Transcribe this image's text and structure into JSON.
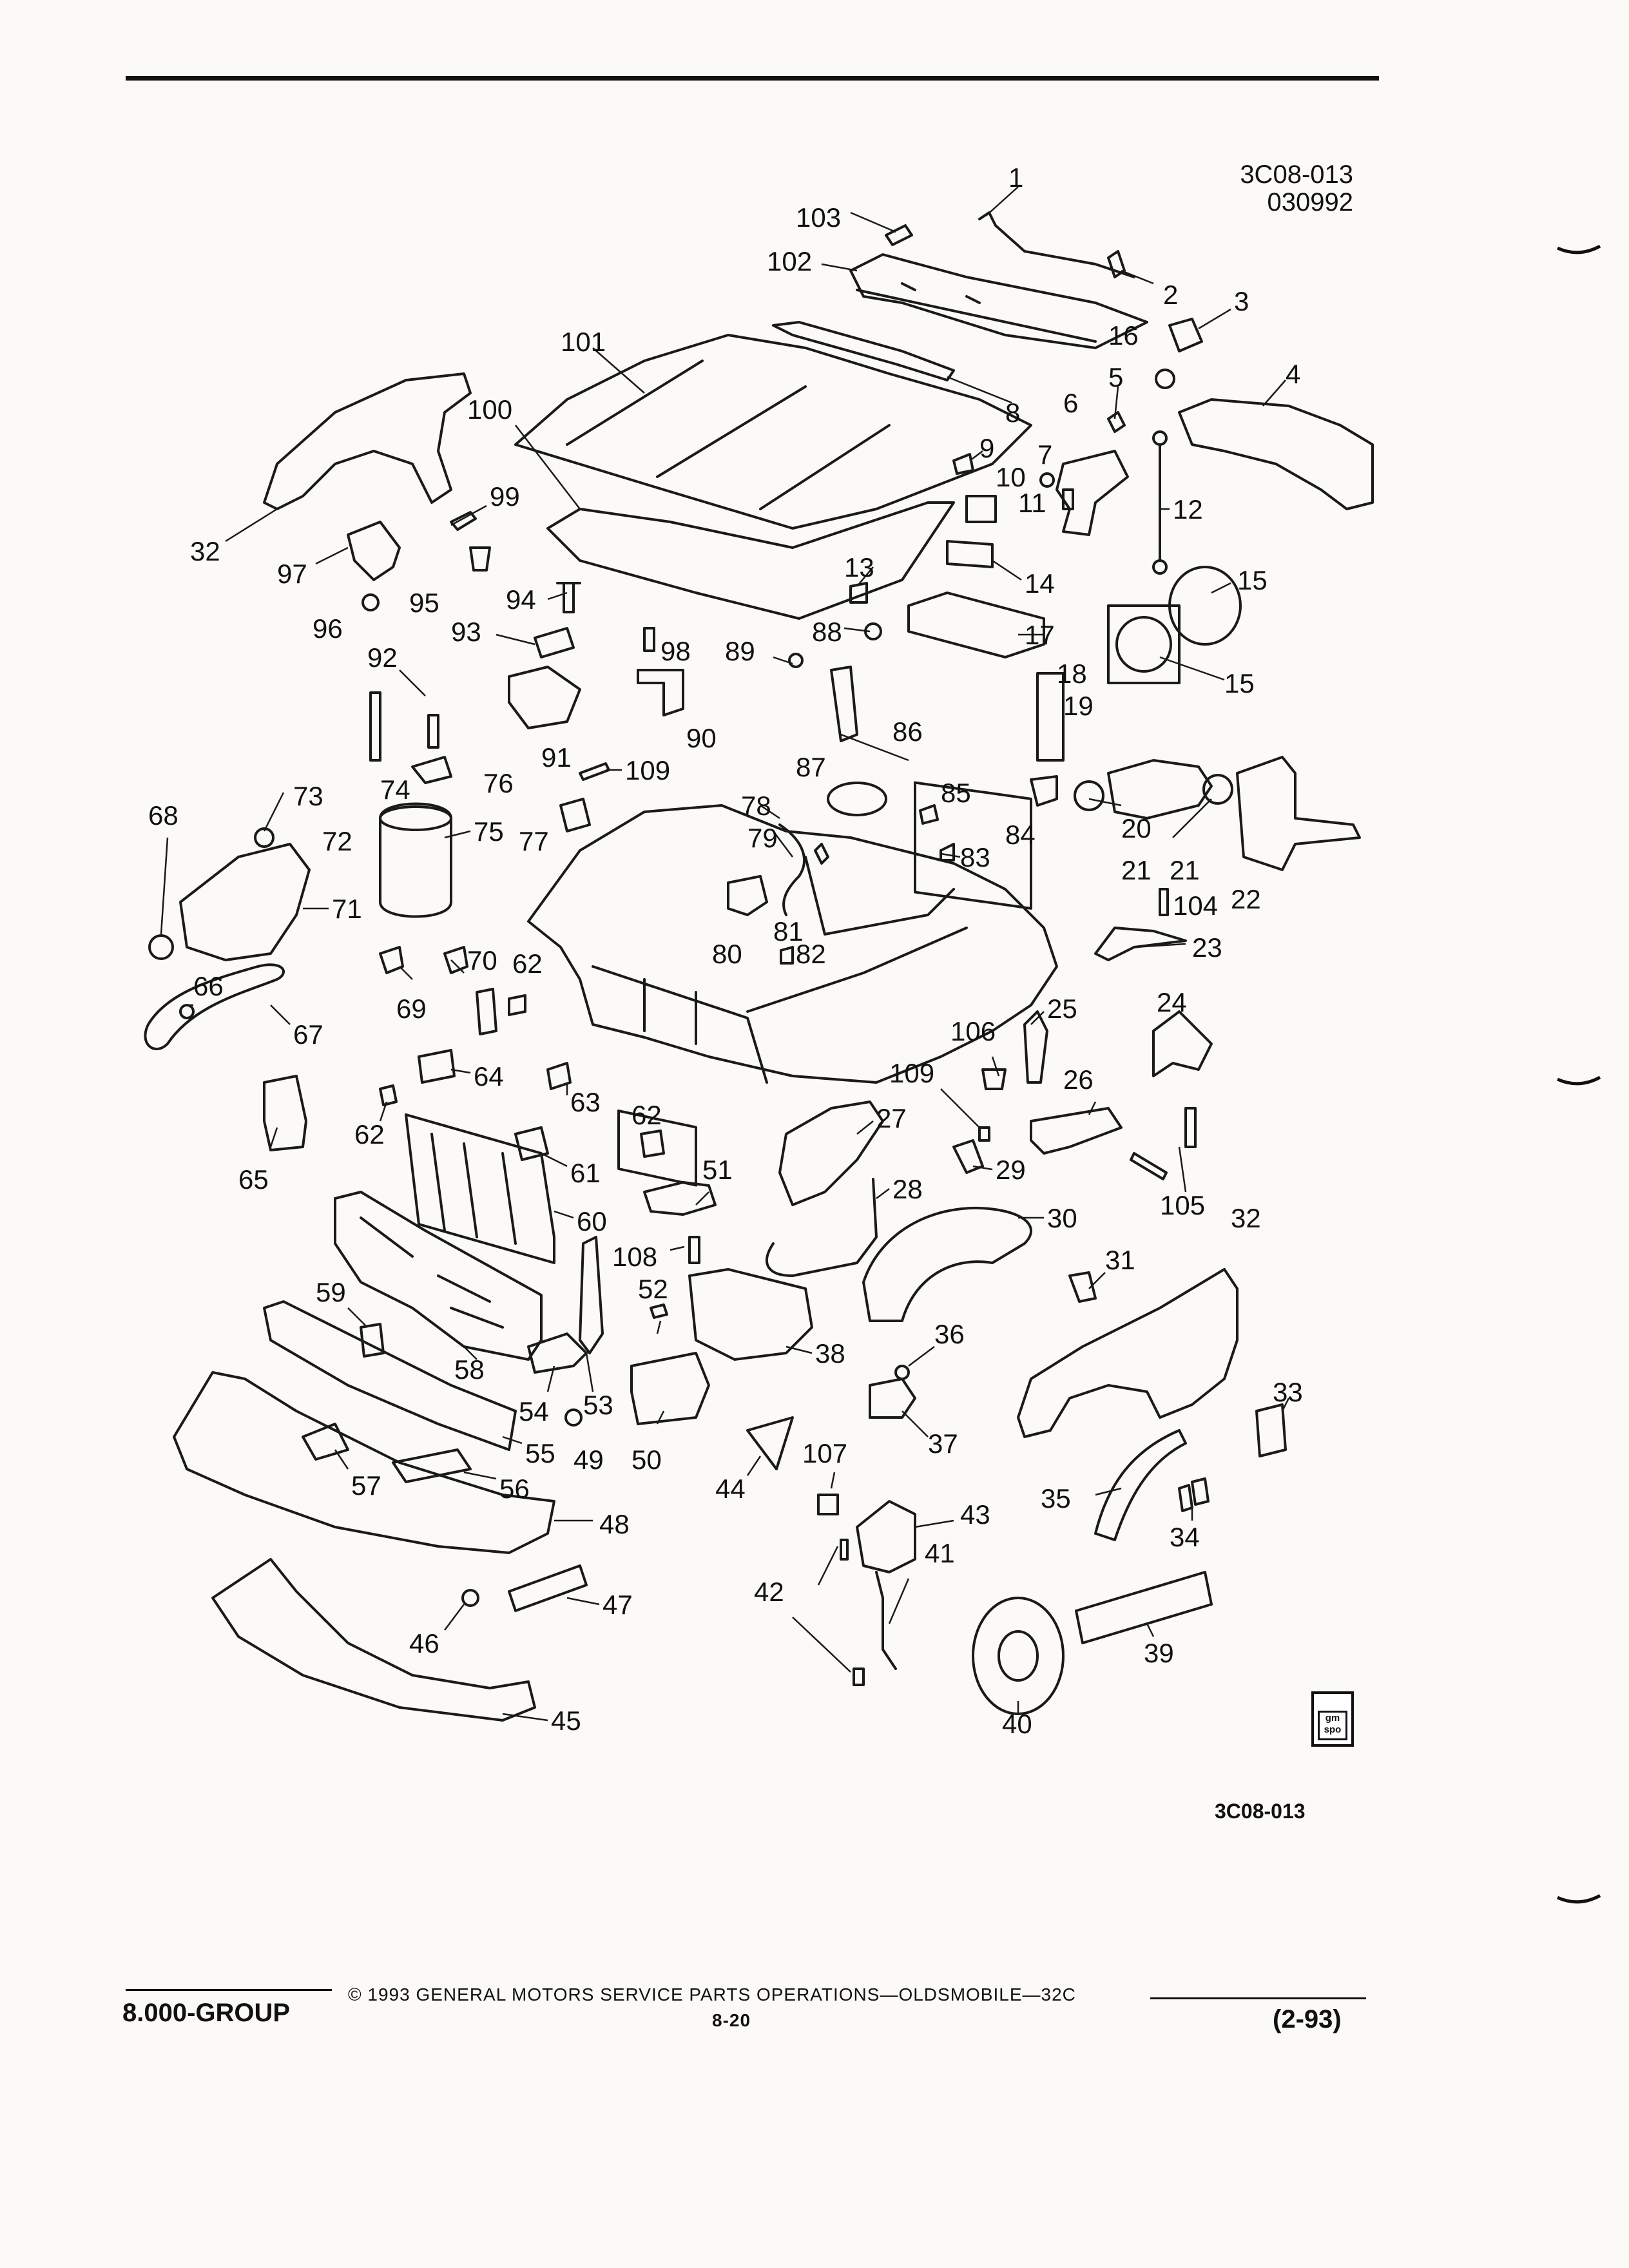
{
  "header": {
    "drawing_code": "3C08-013",
    "date_code": "030992"
  },
  "figure_code": "3C08-013",
  "footer": {
    "copyright": "© 1993 GENERAL MOTORS SERVICE PARTS OPERATIONS—OLDSMOBILE—32C",
    "group": "8.000-GROUP",
    "page": "8-20",
    "revision": "(2-93)"
  },
  "logo_text": "gm\nspo",
  "callouts": [
    "1",
    "2",
    "3",
    "4",
    "5",
    "6",
    "7",
    "8",
    "9",
    "10",
    "11",
    "12",
    "13",
    "14",
    "15",
    "15",
    "16",
    "17",
    "18",
    "19",
    "20",
    "21",
    "21",
    "22",
    "23",
    "24",
    "25",
    "26",
    "27",
    "28",
    "29",
    "30",
    "31",
    "32",
    "32",
    "33",
    "34",
    "35",
    "36",
    "37",
    "38",
    "39",
    "40",
    "41",
    "42",
    "43",
    "44",
    "45",
    "46",
    "47",
    "48",
    "49",
    "50",
    "51",
    "52",
    "53",
    "54",
    "55",
    "56",
    "57",
    "58",
    "59",
    "60",
    "61",
    "62",
    "62",
    "62",
    "63",
    "64",
    "65",
    "66",
    "67",
    "68",
    "69",
    "70",
    "71",
    "72",
    "73",
    "74",
    "75",
    "76",
    "77",
    "78",
    "79",
    "80",
    "81",
    "82",
    "83",
    "84",
    "85",
    "86",
    "87",
    "88",
    "89",
    "90",
    "91",
    "92",
    "93",
    "94",
    "95",
    "96",
    "97",
    "98",
    "99",
    "100",
    "101",
    "102",
    "103",
    "104",
    "105",
    "106",
    "107",
    "108",
    "109",
    "109"
  ]
}
